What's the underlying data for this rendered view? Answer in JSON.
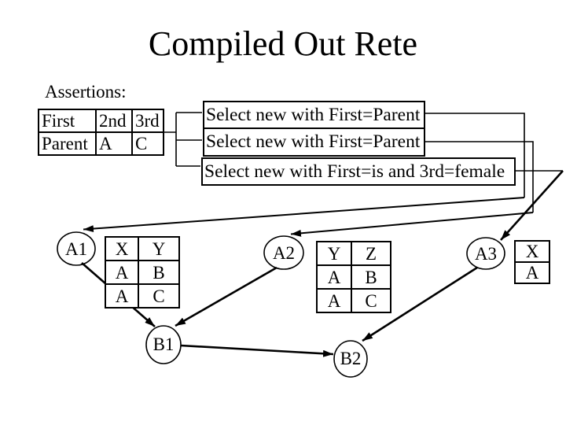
{
  "slide_title": "Compiled Out Rete",
  "assertions": {
    "label": "Assertions:",
    "table": [
      [
        "First",
        "2nd",
        "3rd"
      ],
      [
        "Parent",
        "A",
        "C"
      ]
    ]
  },
  "select_nodes": [
    {
      "label": "Select new with First=Parent"
    },
    {
      "label": "Select new with First=Parent"
    },
    {
      "label": "Select new with First=is and 3rd=female"
    }
  ],
  "nodes": {
    "a1": "A1",
    "a2": "A2",
    "a3": "A3",
    "b1": "B1",
    "b2": "B2"
  },
  "memories": {
    "a1": [
      [
        "X",
        "Y"
      ],
      [
        "A",
        "B"
      ],
      [
        "A",
        "C"
      ]
    ],
    "a2": [
      [
        "Y",
        "Z"
      ],
      [
        "A",
        "B"
      ],
      [
        "A",
        "C"
      ]
    ],
    "a3": [
      [
        "X"
      ],
      [
        "A"
      ]
    ]
  },
  "colors": {
    "background": "#ffffff",
    "ink": "#000000"
  }
}
